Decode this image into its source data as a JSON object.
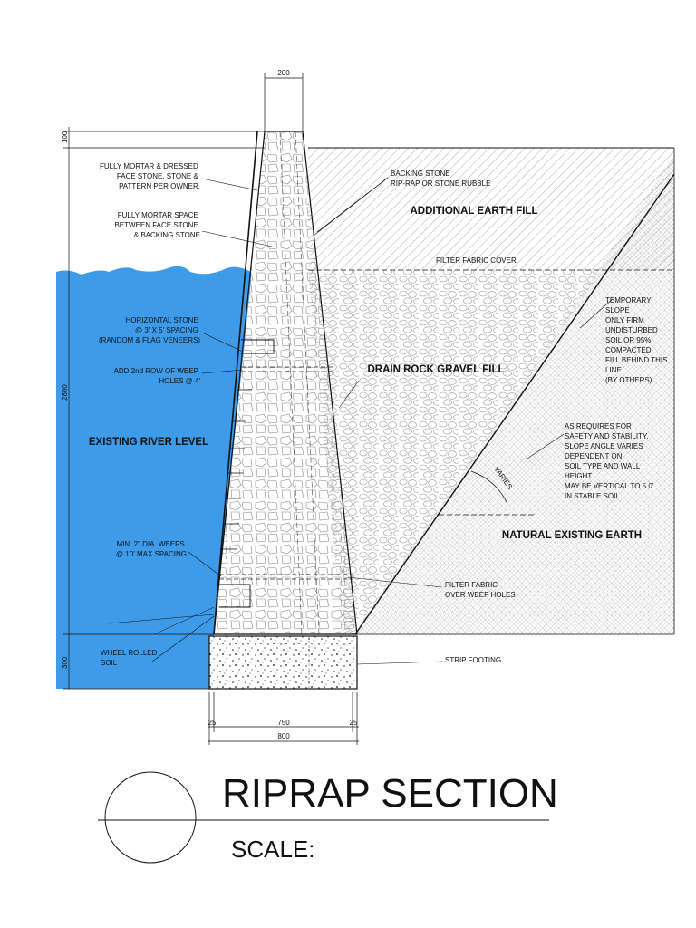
{
  "title": "RIPRAP SECTION",
  "scale_label": "SCALE:",
  "dimensions": {
    "top_width": "200",
    "top_height": "100",
    "wall_height": "2800",
    "footing_height": "300",
    "offset_left": "25",
    "offset_right": "25",
    "base_inner": "750",
    "base_total": "800"
  },
  "zones": {
    "river": "EXISTING RIVER LEVEL",
    "earth_fill": "ADDITIONAL EARTH FILL",
    "gravel": "DRAIN ROCK GRAVEL FILL",
    "natural": "NATURAL EXISTING EARTH",
    "varies": "VARIES"
  },
  "notes": {
    "face_stone": [
      "FULLY MORTAR & DRESSED",
      "FACE STONE, STONE &",
      "PATTERN PER OWNER."
    ],
    "mortar_space": [
      "FULLY MORTAR SPACE",
      "BETWEEN FACE STONE",
      "&          BACKING STONE"
    ],
    "horizontal_stone": [
      "HORIZONTAL STONE",
      "@      3' X 5' SPACING",
      "(RANDOM & FLAG VENEERS)"
    ],
    "weep_row": [
      "ADD 2nd ROW OF WEEP",
      "HOLES @ 4'"
    ],
    "weeps": [
      "MIN. 2\" DIA. WEEPS",
      "@      10' MAX SPACING"
    ],
    "wheel_rolled": [
      "WHEEL ROLLED",
      "SOIL"
    ],
    "backing_stone": [
      "BACKING STONE",
      "RIP-RAP OR STONE RUBBLE"
    ],
    "filter_cover": "FILTER FABRIC COVER",
    "temporary_slope": [
      "TEMPORARY",
      "SLOPE",
      "ONLY FIRM",
      "UNDISTURBED",
      "SOIL OR 95%",
      "COMPACTED",
      "FILL BEHIND THIS",
      "LINE",
      "(BY OTHERS)"
    ],
    "slope_angle": [
      "AS REQUIRES FOR",
      "SAFETY AND STABILITY.",
      "SLOPE ANGLE VARIES",
      "DEPENDENT ON",
      "SOIL TYPE AND WALL",
      "HEIGHT.",
      "MAY BE VERTICAL TO 5.0'",
      "IN STABLE SOIL"
    ],
    "filter_weep": [
      "FILTER FABRIC",
      "OVER WEEP HOLES"
    ],
    "strip_footing": "STRIP FOOTING"
  },
  "colors": {
    "water": "#3e9be9",
    "line": "#111111",
    "footing": "#3a3a3a"
  }
}
